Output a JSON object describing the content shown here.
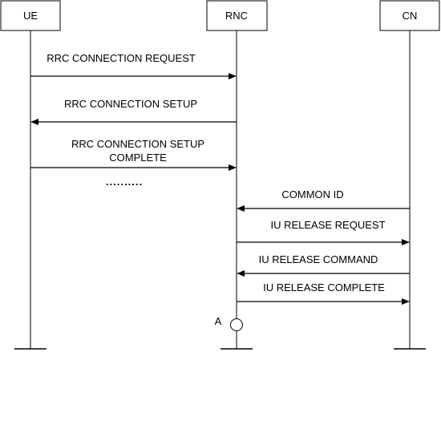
{
  "entities": [
    {
      "id": "ue",
      "label": "UE"
    },
    {
      "id": "rnc",
      "label": "RNC"
    },
    {
      "id": "cn",
      "label": "CN"
    }
  ],
  "messages": [
    {
      "from": "ue",
      "to": "rnc",
      "lines": [
        "RRC CONNECTION REQUEST"
      ]
    },
    {
      "from": "rnc",
      "to": "ue",
      "lines": [
        "RRC CONNECTION SETUP"
      ]
    },
    {
      "from": "ue",
      "to": "rnc",
      "lines": [
        "RRC CONNECTION SETUP",
        "COMPLETE"
      ]
    },
    {
      "from": "cn",
      "to": "rnc",
      "lines": [
        "COMMON ID"
      ]
    },
    {
      "from": "rnc",
      "to": "cn",
      "lines": [
        "IU RELEASE REQUEST"
      ]
    },
    {
      "from": "cn",
      "to": "rnc",
      "lines": [
        "IU RELEASE COMMAND"
      ]
    },
    {
      "from": "rnc",
      "to": "cn",
      "lines": [
        "IU RELEASE COMPLETE"
      ]
    }
  ],
  "ellipsis": "..........",
  "marker": {
    "entity": "rnc",
    "label": "A"
  },
  "colors": {
    "line": "#000000",
    "background": "#ffffff"
  }
}
